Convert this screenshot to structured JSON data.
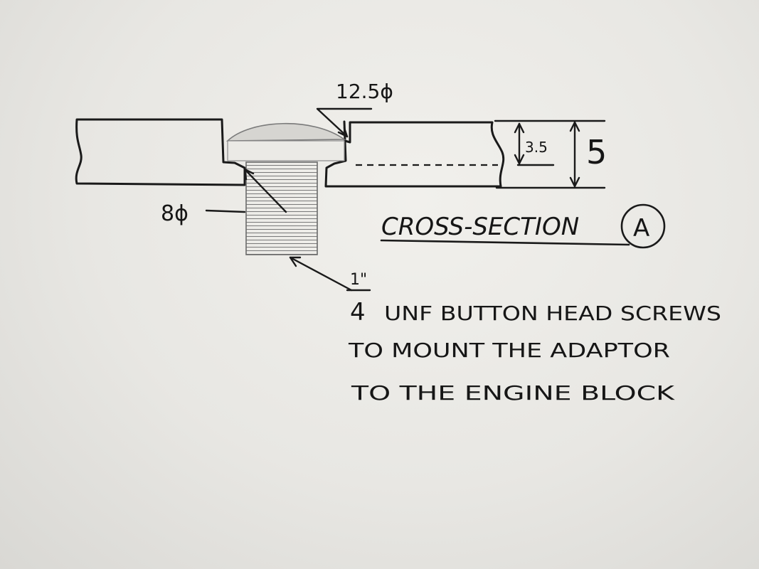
{
  "dimensions": {
    "head_diameter": "12.5ϕ",
    "shank_diameter": "8ϕ",
    "counterbore_depth": "3.5",
    "plate_thickness": "5"
  },
  "section_label": {
    "text": "CROSS-SECTION",
    "marker": "A"
  },
  "note": {
    "fraction_numerator": "1\"",
    "fraction_denominator": "4",
    "line1": "UNF BUTTON HEAD SCREWS",
    "line2": "TO MOUNT THE ADAPTOR",
    "line3": "TO THE ENGINE BLOCK"
  },
  "colors": {
    "ink": "#1a1a1a",
    "paper": "#ecebe7",
    "pencil": "#8a8a8a"
  }
}
